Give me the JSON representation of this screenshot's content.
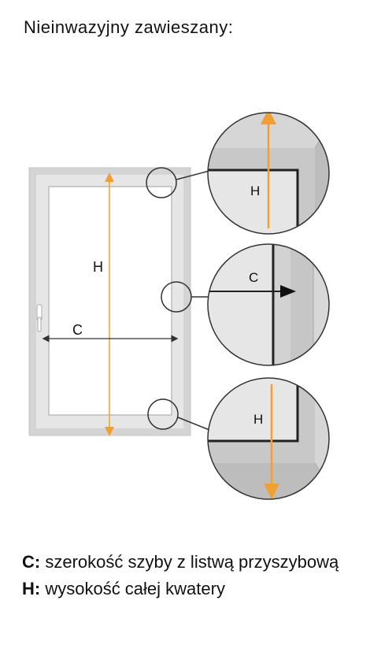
{
  "title": "Nieinwazyjny zawieszany:",
  "labels": {
    "height": "H",
    "width": "C"
  },
  "legend": {
    "c_key": "C:",
    "c_text": " szerokość szyby z listwą przyszybową",
    "h_key": "H:",
    "h_text": " wysokość całej kwatery"
  },
  "colors": {
    "arrow_orange": "#f0a030",
    "frame_gray": "#d4d4d4",
    "zoom_gray": "#c8c8c8",
    "line_dark": "#222222"
  }
}
